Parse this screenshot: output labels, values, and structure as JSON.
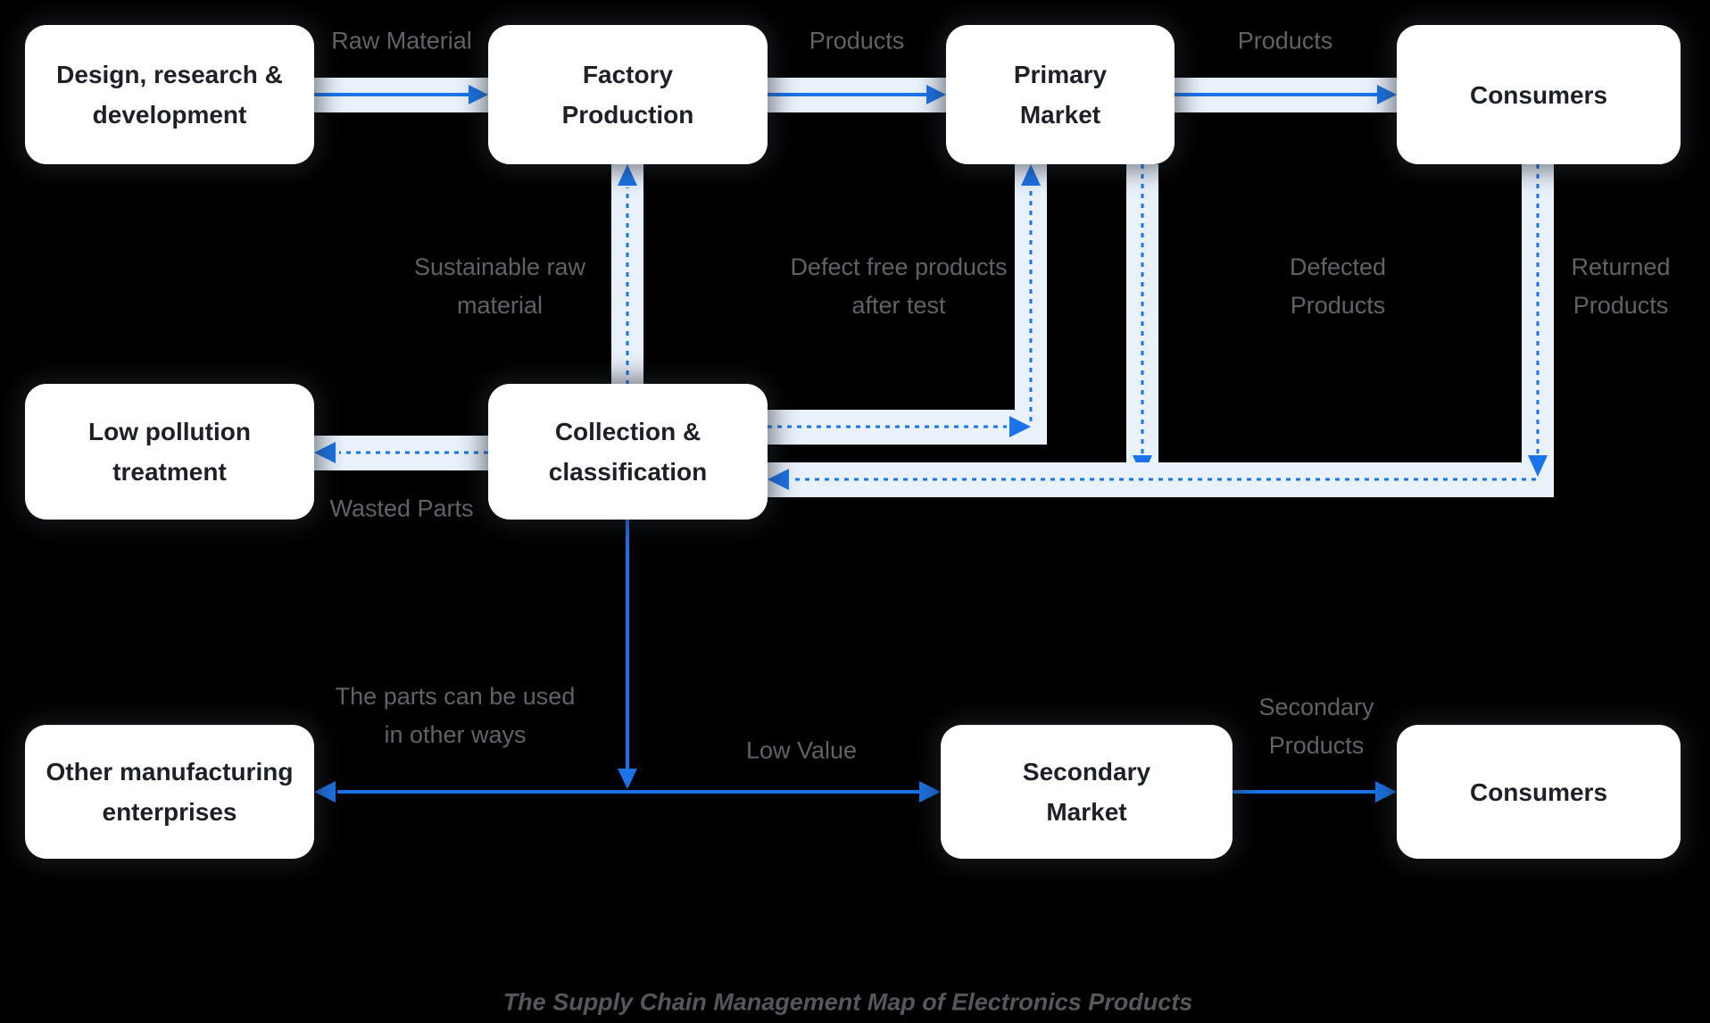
{
  "caption": "The Supply Chain Management Map of Electronics Products",
  "colors": {
    "background": "#000000",
    "arrow_blue": "#1a73e8",
    "arrow_band": "#e9f1fb",
    "node_background": "#ffffff",
    "node_text": "#1d2127",
    "edge_label_text": "#5f6368",
    "caption_text": "#54575c"
  },
  "nodes": {
    "design_rd": "Design, research &\ndevelopment",
    "factory": "Factory\nProduction",
    "primary_market": "Primary\nMarket",
    "consumers_top": "Consumers",
    "low_pollution": "Low pollution\ntreatment",
    "collection": "Collection &\nclassification",
    "other_manufacturing": "Other manufacturing\nenterprises",
    "secondary_market": "Secondary\nMarket",
    "consumers_bottom": "Consumers"
  },
  "edge_labels": {
    "raw_material": "Raw Material",
    "products_factory_to_primary": "Products",
    "products_primary_to_consumers": "Products",
    "sustainable_raw_material": "Sustainable raw\nmaterial",
    "defect_free": "Defect free products\nafter test",
    "defected_products": "Defected\nProducts",
    "returned_products": "Returned\nProducts",
    "wasted_parts": "Wasted Parts",
    "parts_other_ways": "The parts can be used\nin other ways",
    "low_value": "Low Value",
    "secondary_products": "Secondary\nProducts"
  }
}
